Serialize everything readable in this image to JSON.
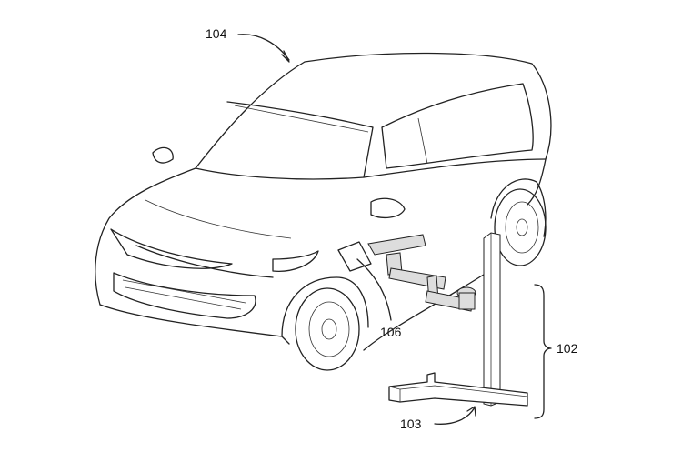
{
  "labels": {
    "vehicle": "104",
    "charge_port": "106",
    "charging_system": "102",
    "stand_base": "103"
  }
}
